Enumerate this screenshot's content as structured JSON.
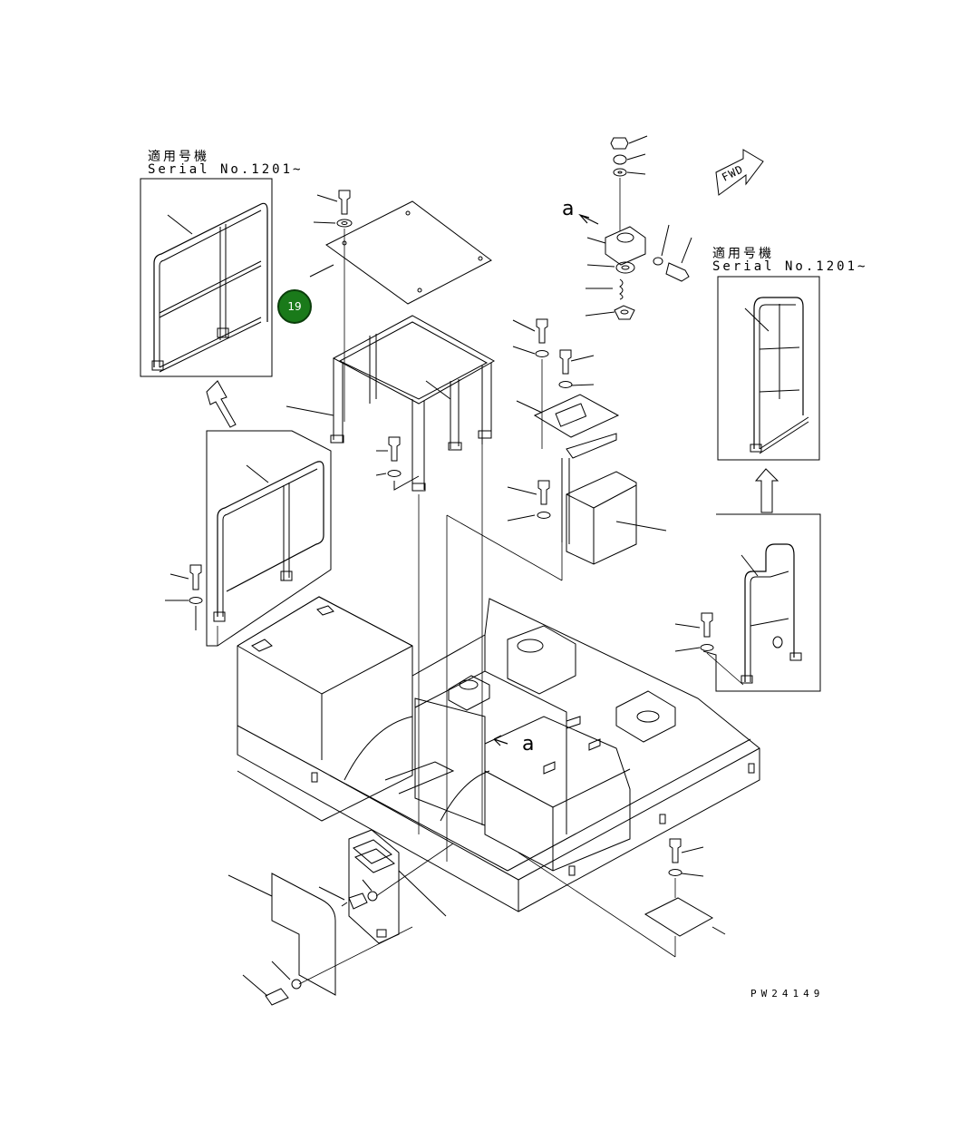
{
  "serial_note_left": {
    "line1": "適用号機",
    "line2": "Serial No.1201~"
  },
  "serial_note_right": {
    "line1": "適用号機",
    "line2": "Serial No.1201~"
  },
  "fwd_label": "FWD",
  "view_ref_top": "a",
  "view_ref_body": "a",
  "callout_badge": "19",
  "drawing_id": "PW24149",
  "colors": {
    "line": "#000000",
    "badge_fill": "#1a7a1a",
    "badge_text": "#ffffff"
  }
}
